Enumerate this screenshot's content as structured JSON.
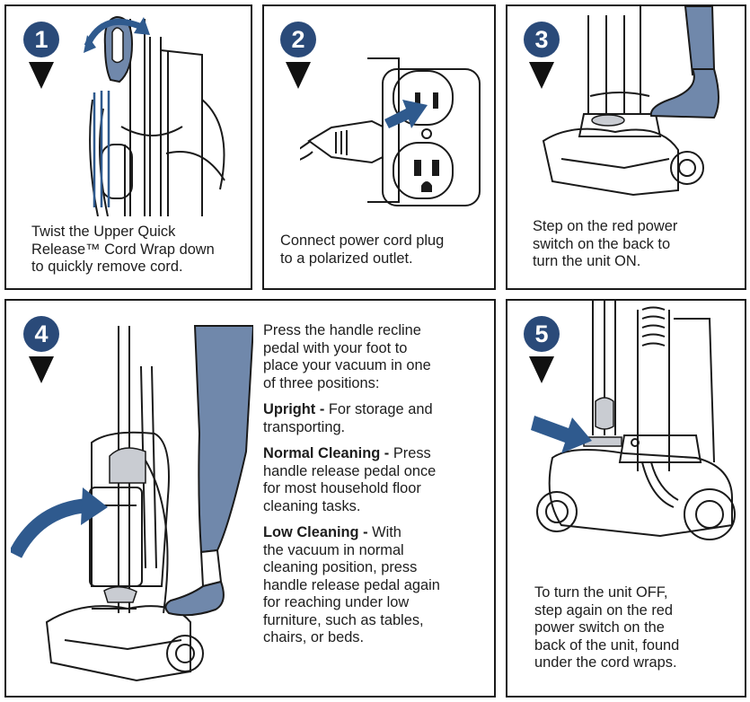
{
  "colors": {
    "badge": "#2a4a79",
    "accent_blue": "#2f5a8e",
    "leg_blue": "#7088ab",
    "part_gray": "#c9ccd2",
    "outline": "#1a1a1a"
  },
  "steps": [
    {
      "number": "1",
      "icon": "cord-wrap-twist-illustration",
      "lines": [
        "Twist the Upper Quick",
        "Release™ Cord Wrap down",
        "to quickly remove cord."
      ]
    },
    {
      "number": "2",
      "icon": "plug-into-outlet-illustration",
      "lines": [
        "Connect power cord plug",
        "to a polarized outlet."
      ]
    },
    {
      "number": "3",
      "icon": "foot-on-power-switch-illustration",
      "lines": [
        "Step on the red power",
        "switch on the back to",
        "turn the unit ON."
      ]
    },
    {
      "number": "4",
      "icon": "foot-on-recline-pedal-illustration",
      "intro_lines": [
        "Press the handle recline",
        "pedal with your foot to",
        "place your vacuum in one",
        "of three positions:"
      ],
      "options": [
        {
          "label": "Upright - ",
          "first_line": "For storage and",
          "lines": [
            "transporting."
          ]
        },
        {
          "label": "Normal Cleaning - ",
          "first_line": "Press",
          "lines": [
            "handle release pedal once",
            "for most household floor",
            "cleaning tasks."
          ]
        },
        {
          "label": "Low Cleaning - ",
          "first_line": "With",
          "lines": [
            "the vacuum in normal",
            "cleaning position, press",
            "handle release pedal again",
            "for reaching under low",
            "furniture, such as tables,",
            "chairs, or beds."
          ]
        }
      ]
    },
    {
      "number": "5",
      "icon": "power-switch-off-illustration",
      "lines": [
        "To turn the unit OFF,",
        "step again on the red",
        "power switch on the",
        "back of the unit, found",
        "under the cord wraps."
      ]
    }
  ]
}
